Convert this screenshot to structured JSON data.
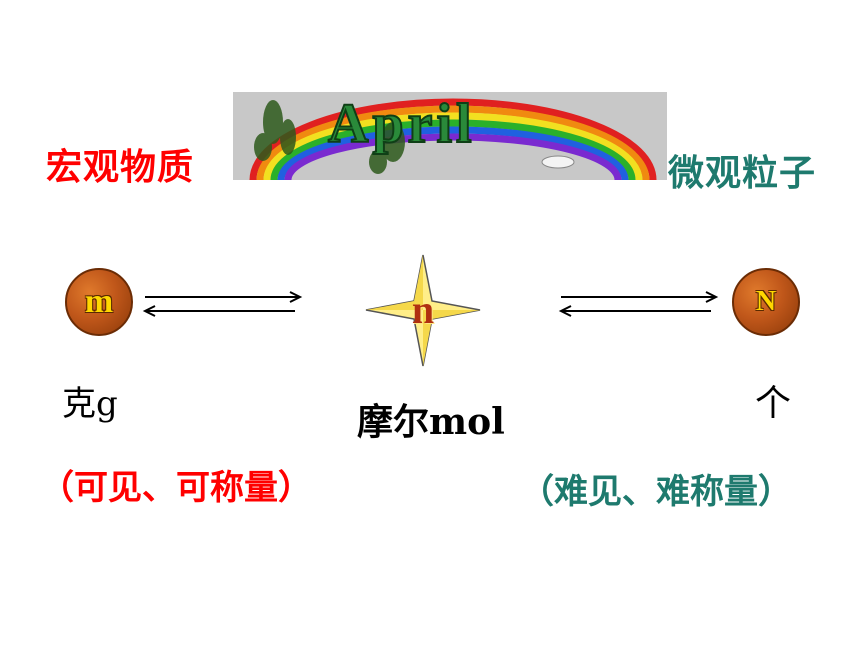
{
  "macro_label": "宏观物质",
  "micro_label": "微观粒子",
  "banner_text": "April",
  "nodes": {
    "mass": {
      "symbol": "m",
      "unit": "克g",
      "note": "（可见、可称量）"
    },
    "amount": {
      "symbol": "n",
      "unit": "摩尔mol"
    },
    "number": {
      "symbol": "N",
      "unit": "个",
      "note": "（难见、难称量）"
    }
  },
  "colors": {
    "macro": "#ff0000",
    "micro": "#1e7a6e",
    "node_fill": "#c0571a",
    "star_fill": "#ffee88"
  }
}
